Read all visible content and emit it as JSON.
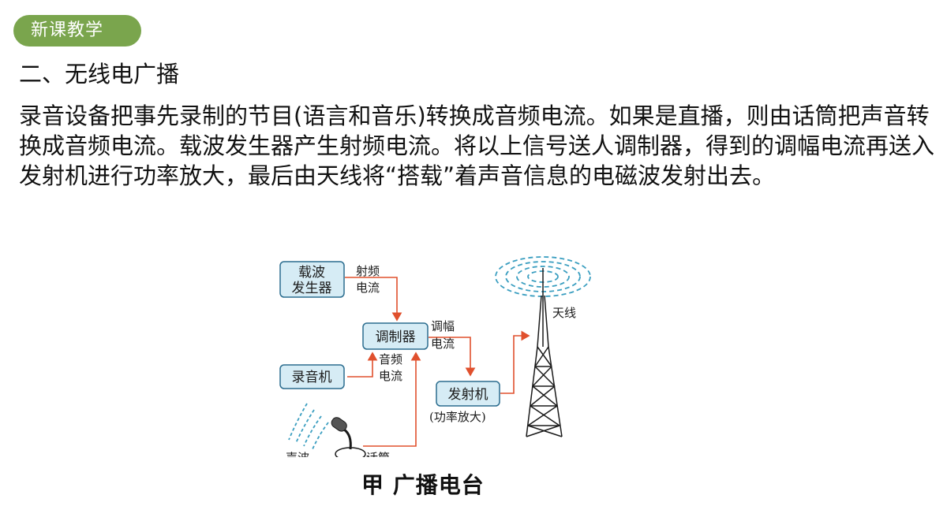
{
  "tag": "新课教学",
  "heading": "二、无线电广播",
  "paragraph": "录音设备把事先录制的节目(语言和音乐)转换成音频电流。如果是直播，则由话筒把声音转换成音频电流。载波发生器产生射频电流。将以上信号送人调制器，得到的调幅电流再送入发射机进行功率放大，最后由天线将“搭载”着声音信息的电磁波发射出去。",
  "diagram": {
    "carrier_line1": "载波",
    "carrier_line2": "发生器",
    "rf_line1": "射频",
    "rf_line2": "电流",
    "modulator": "调制器",
    "am_line1": "调幅",
    "am_line2": "电流",
    "recorder": "录音机",
    "audio_line1": "音频",
    "audio_line2": "电流",
    "transmitter": "发射机",
    "amplify": "(功率放大)",
    "antenna": "天线",
    "sound_wave": "声波",
    "microphone": "话筒"
  },
  "caption": "甲  广播电台",
  "colors": {
    "tag_bg": "#7aa54d",
    "box_fill": "#d6ecf5",
    "box_border": "#2b6d8f",
    "arrow": "#e0502d"
  }
}
